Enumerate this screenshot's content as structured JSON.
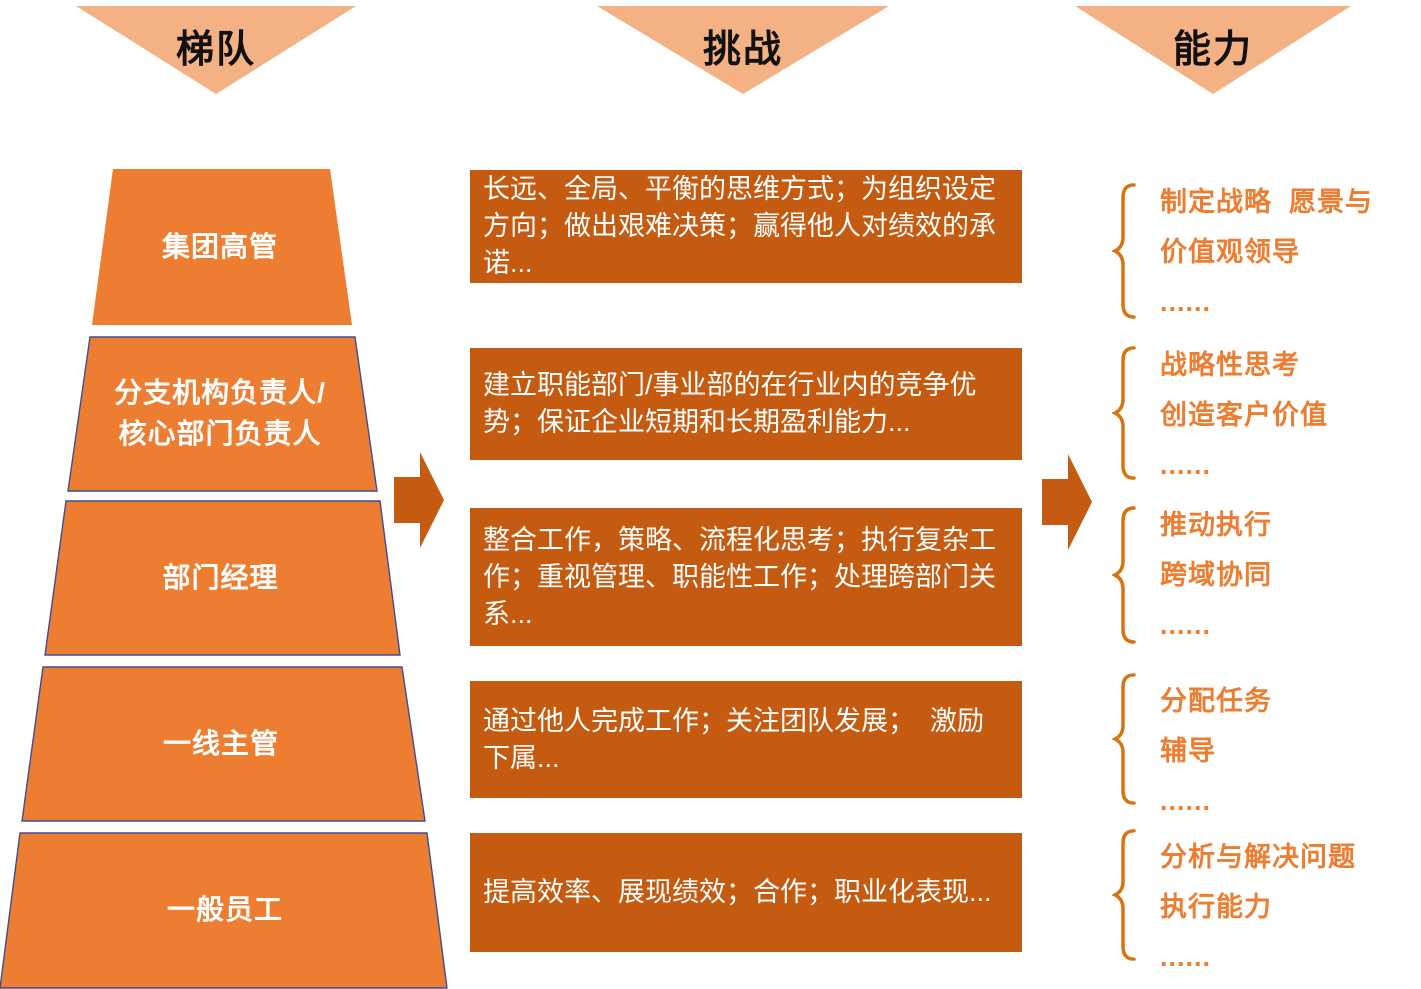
{
  "headers": {
    "tier": "梯队",
    "challenge": "挑战",
    "capability": "能力"
  },
  "rows": [
    {
      "tier_lines": [
        "集团高管"
      ],
      "challenge": "长远、全局、平衡的思维方式；为组织设定方向；做出艰难决策；赢得他人对绩效的承诺...",
      "capability_lines": [
        "制定战略  愿景与",
        "价值观领导"
      ],
      "ellipsis": "......"
    },
    {
      "tier_lines": [
        "分支机构负责人/",
        "核心部门负责人"
      ],
      "challenge": "建立职能部门/事业部的在行业内的竞争优势；保证企业短期和长期盈利能力...",
      "capability_lines": [
        "战略性思考",
        "创造客户价值"
      ],
      "ellipsis": "......"
    },
    {
      "tier_lines": [
        "部门经理"
      ],
      "challenge": "整合工作，策略、流程化思考；执行复杂工作；重视管理、职能性工作；处理跨部门关系...",
      "capability_lines": [
        "推动执行",
        "跨域协同"
      ],
      "ellipsis": "......"
    },
    {
      "tier_lines": [
        "一线主管"
      ],
      "challenge": "通过他人完成工作；关注团队发展；  激励下属...",
      "capability_lines": [
        "分配任务",
        "辅导"
      ],
      "ellipsis": "......"
    },
    {
      "tier_lines": [
        "一般员工"
      ],
      "challenge": "提高效率、展现绩效；合作；职业化表现...",
      "capability_lines": [
        "分析与解决问题",
        "执行能力"
      ],
      "ellipsis": "......"
    }
  ],
  "colors": {
    "chevron_fill": "#F4B183",
    "pyramid_fill": "#ED7D31",
    "pyramid_border": "#3E4E91",
    "challenge_box_fill": "#C55A11",
    "arrow_fill": "#C55A11",
    "capability_text": "#ED7D31",
    "brace_stroke": "#D9730F",
    "header_text": "#111111",
    "box_text": "#ffffff"
  }
}
